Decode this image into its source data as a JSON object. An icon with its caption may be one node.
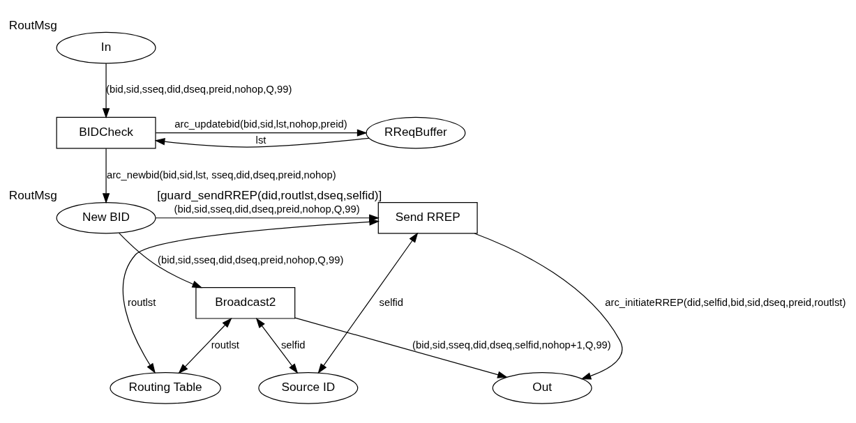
{
  "diagram": {
    "nodes": [
      {
        "text": [
          "In"
        ],
        "beside": [
          "RoutMsg"
        ]
      },
      {
        "text": [
          "BIDCheck"
        ]
      },
      {
        "text": [
          "RReqBuffer"
        ]
      },
      {
        "text": [
          "New BID"
        ],
        "beside": [
          "RoutMsg"
        ]
      },
      {
        "text": [
          "Send RREP"
        ],
        "beside": [
          "[guard_sendRREP(did,routlst,dseq,selfid)]"
        ]
      },
      {
        "text": [
          "Routing Table"
        ]
      },
      {
        "text": [
          "Source ID"
        ]
      },
      {
        "text": [
          "Broadcast2"
        ]
      },
      {
        "text": [
          "Out"
        ]
      }
    ],
    "edges": [
      {
        "from": 0,
        "to": 1,
        "arrow": "to",
        "label": "(bid,sid,sseq,did,dseq,preid,nohop,Q,99)"
      },
      {
        "from": 2,
        "to": 1,
        "arrow": "to",
        "label": "lst"
      },
      {
        "from": 1,
        "to": 2,
        "arrow": "to",
        "label": "arc_updatebid(bid,sid,lst,nohop,preid)"
      },
      {
        "from": 1,
        "to": 3,
        "arrow": "to",
        "label": "arc_newbid(bid,sid,lst, sseq,did,dseq,preid,nohop)"
      },
      {
        "from": 3,
        "to": 4,
        "arrow": "to",
        "label": "(bid,sid,sseq,did,dseq,preid,nohop,Q,99)"
      },
      {
        "from": 3,
        "to": 7,
        "arrow": "to",
        "label": "(bid,sid,sseq,did,dseq,preid,nohop,Q,99)"
      },
      {
        "from": 4,
        "to": 5,
        "arrow": "both",
        "label": "routlst"
      },
      {
        "from": 4,
        "to": 6,
        "arrow": "both",
        "label": "selfid"
      },
      {
        "from": 7,
        "to": 5,
        "arrow": "both",
        "label": "routlst"
      },
      {
        "from": 7,
        "to": 6,
        "arrow": "both",
        "label": "selfid"
      },
      {
        "from": 4,
        "to": 8,
        "arrow": "to",
        "label": "arc_initiateRREP(did,selfid,bid,sid,dseq,preid,routlst)"
      },
      {
        "from": 7,
        "to": 8,
        "arrow": "to",
        "label": "(bid,sid,sseq,did,dseq,selfid,nohop+1,Q,99)"
      }
    ]
  }
}
